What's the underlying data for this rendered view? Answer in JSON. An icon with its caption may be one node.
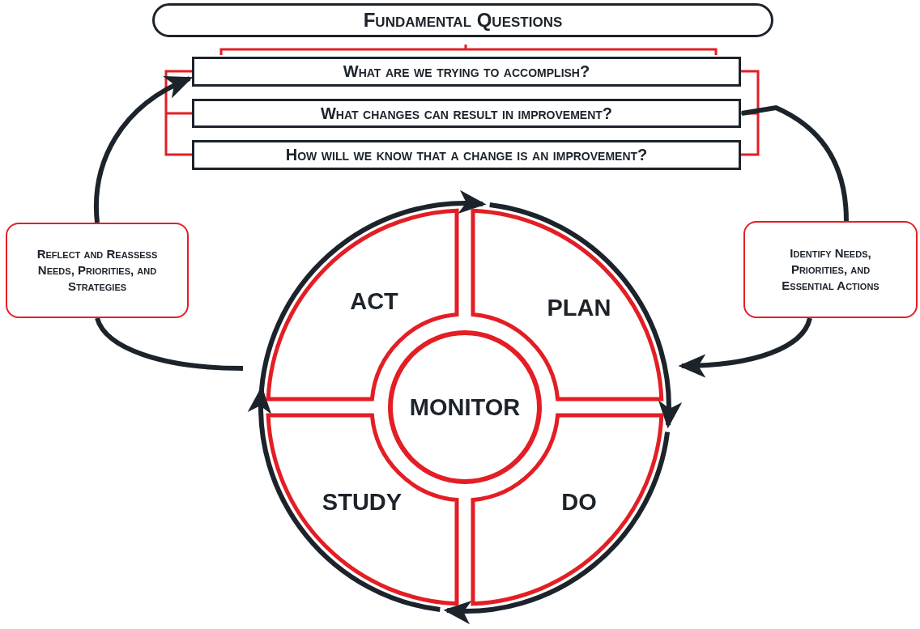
{
  "diagram": {
    "nodes": [
      {
        "text": [
          "Fundamental Questions"
        ]
      },
      {
        "text": [
          "What are we trying to accomplish?"
        ]
      },
      {
        "text": [
          "What changes can result in improvement?"
        ]
      },
      {
        "text": [
          "How will we know that a change is an improvement?"
        ]
      },
      {
        "text": [
          "Reflect and Reassess Needs, Priorities, and Strategies"
        ]
      },
      {
        "text": [
          "Identify Needs, Priorities, and Essential Actions"
        ]
      },
      {
        "text": [
          "ACT"
        ]
      },
      {
        "text": [
          "PLAN"
        ]
      },
      {
        "text": [
          "DO"
        ]
      },
      {
        "text": [
          "STUDY"
        ]
      },
      {
        "text": [
          "MONITOR"
        ]
      }
    ],
    "edges": [
      {
        "from": 2,
        "to": 5,
        "arrow": "none"
      },
      {
        "from": 5,
        "to": 7,
        "arrow": "to"
      },
      {
        "from": 6,
        "to": 4,
        "arrow": "none"
      },
      {
        "from": 4,
        "to": 1,
        "arrow": "to"
      },
      {
        "from": 6,
        "to": 7,
        "arrow": "to"
      },
      {
        "from": 7,
        "to": 8,
        "arrow": "to"
      },
      {
        "from": 8,
        "to": 9,
        "arrow": "to"
      },
      {
        "from": 9,
        "to": 6,
        "arrow": "to"
      }
    ]
  }
}
